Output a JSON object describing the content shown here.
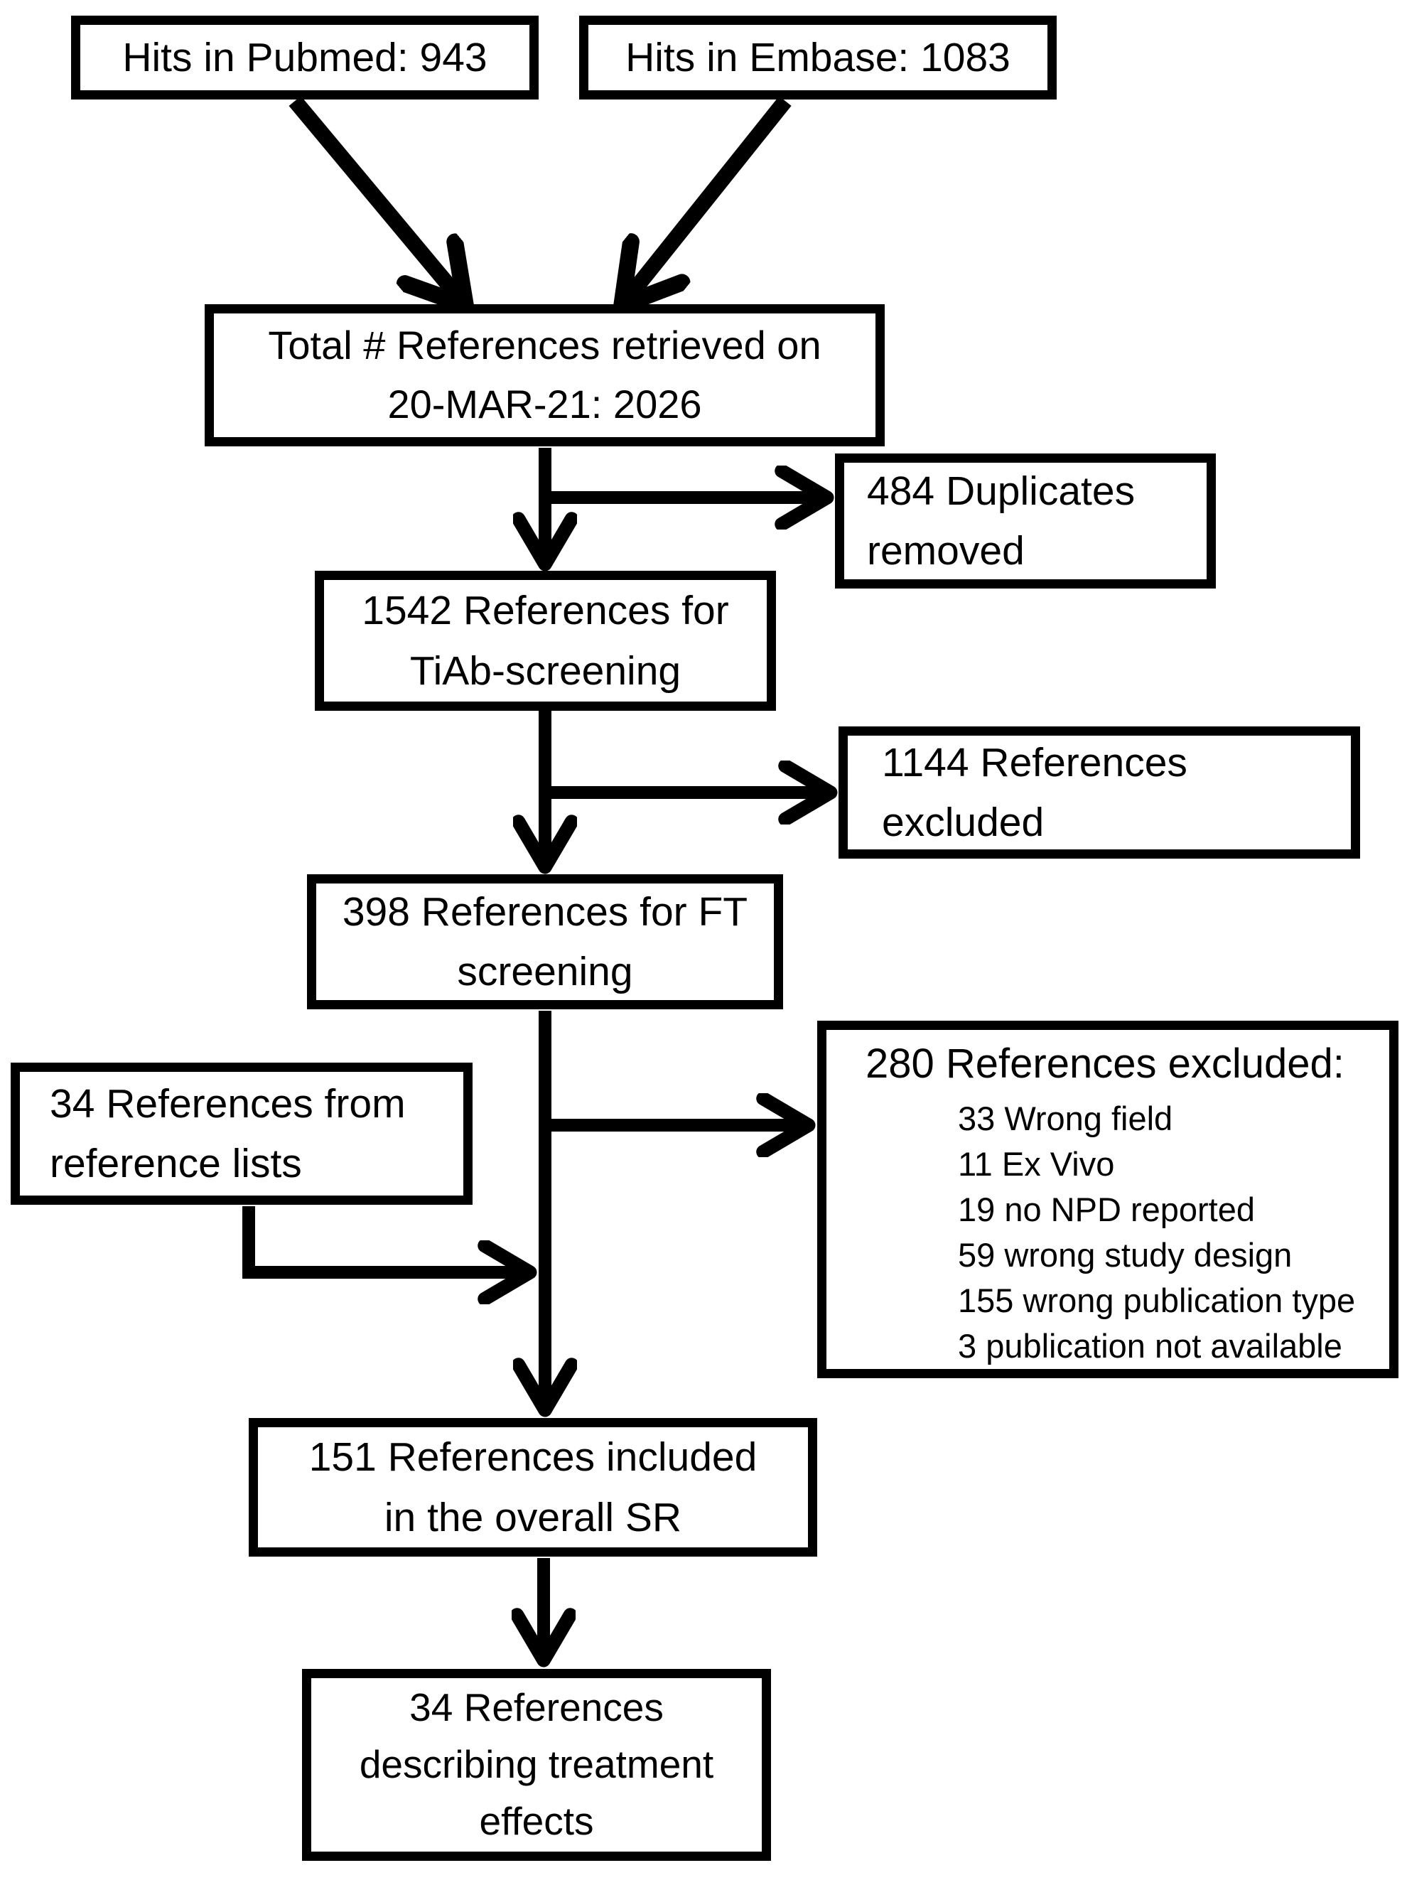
{
  "figure_type": "prisma-flowchart",
  "colors": {
    "line": "#000000",
    "background": "#ffffff",
    "text": "#000000"
  },
  "diagram": {
    "boxes": {
      "pubmed": {
        "text": "Hits in Pubmed: 943"
      },
      "embase": {
        "text": "Hits in Embase: 1083"
      },
      "total": {
        "lines": [
          "Total # References retrieved on",
          "20-MAR-21: 2026"
        ]
      },
      "duplicates": {
        "lines": [
          "484 Duplicates",
          "removed"
        ]
      },
      "tiab": {
        "lines": [
          "1542 References for",
          "TiAb-screening"
        ]
      },
      "excluded_tiab": {
        "lines": [
          "1144 References",
          "excluded"
        ]
      },
      "ft": {
        "lines": [
          "398 References for FT",
          "screening"
        ]
      },
      "reflists": {
        "lines": [
          "34 References from",
          "reference lists"
        ]
      },
      "excluded_ft": {
        "title": "280 References excluded:",
        "items": [
          "33 Wrong field",
          "11 Ex Vivo",
          "19 no NPD reported",
          "59 wrong study design",
          "155 wrong publication type",
          "3 publication not available"
        ]
      },
      "included": {
        "lines": [
          "151 References included",
          "in the overall SR"
        ]
      },
      "treatment": {
        "lines": [
          "34 References",
          "describing treatment",
          "effects"
        ]
      }
    }
  }
}
